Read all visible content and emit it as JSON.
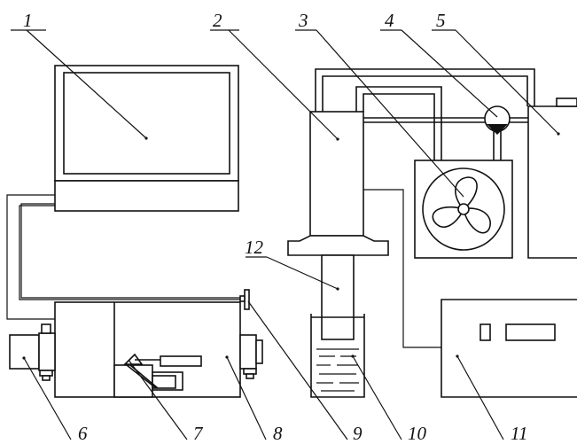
{
  "labels": [
    "1",
    "2",
    "3",
    "4",
    "5",
    "6",
    "7",
    "8",
    "9",
    "10",
    "11",
    "12"
  ],
  "colors": {
    "ink": "#111111",
    "background": "#ffffff"
  }
}
